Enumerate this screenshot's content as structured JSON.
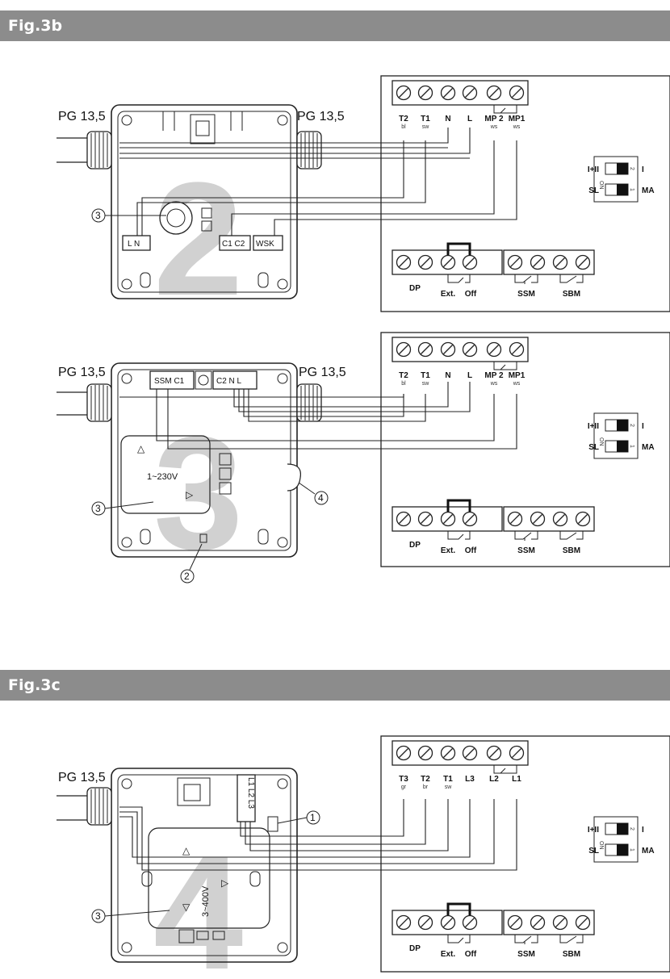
{
  "figures": {
    "fig3b": {
      "title": "Fig.3b"
    },
    "fig3c": {
      "title": "Fig.3c"
    }
  },
  "labels": {
    "pg": "PG 13,5",
    "dp": "DP",
    "ext": "Ext.",
    "off": "Off",
    "ssm": "SSM",
    "sbm": "SBM",
    "switch_top_left": "I+II",
    "switch_top_right": "I",
    "switch_bottom_left": "SL",
    "switch_bottom_right": "MA",
    "switch_on": "ON",
    "switch_pos_1": "1",
    "switch_pos_2": "2"
  },
  "single_phase_terminals": [
    {
      "name": "T2",
      "color": "bl"
    },
    {
      "name": "T1",
      "color": "sw"
    },
    {
      "name": "N",
      "color": ""
    },
    {
      "name": "L",
      "color": ""
    },
    {
      "name": "MP 2",
      "color": "ws"
    },
    {
      "name": "MP1",
      "color": "ws"
    }
  ],
  "three_phase_terminals": [
    {
      "name": "T3",
      "color": "gr"
    },
    {
      "name": "T2",
      "color": "br"
    },
    {
      "name": "T1",
      "color": "sw"
    },
    {
      "name": "L3",
      "color": ""
    },
    {
      "name": "L2",
      "color": ""
    },
    {
      "name": "L1",
      "color": ""
    }
  ],
  "diagram1": {
    "box_ln": "L  N",
    "box_c1c2": "C1 C2",
    "box_wsk": "WSK",
    "callout": "3",
    "ghost_digit": "2"
  },
  "diagram2": {
    "box_ssm_c1": "SSM C1",
    "box_c2nl": "C2 N  L",
    "voltage": "1~230V",
    "callout_3": "3",
    "callout_4": "4",
    "callout_2": "2",
    "ghost_digit": "3"
  },
  "diagram3": {
    "box_l123": "L1 L2 L3",
    "voltage": "3~400V",
    "callout_1": "1",
    "callout_3": "3",
    "ghost_digit": "4"
  },
  "colors": {
    "header": "#8c8c8c",
    "line": "#222222",
    "housing": "#f4f4f4"
  }
}
